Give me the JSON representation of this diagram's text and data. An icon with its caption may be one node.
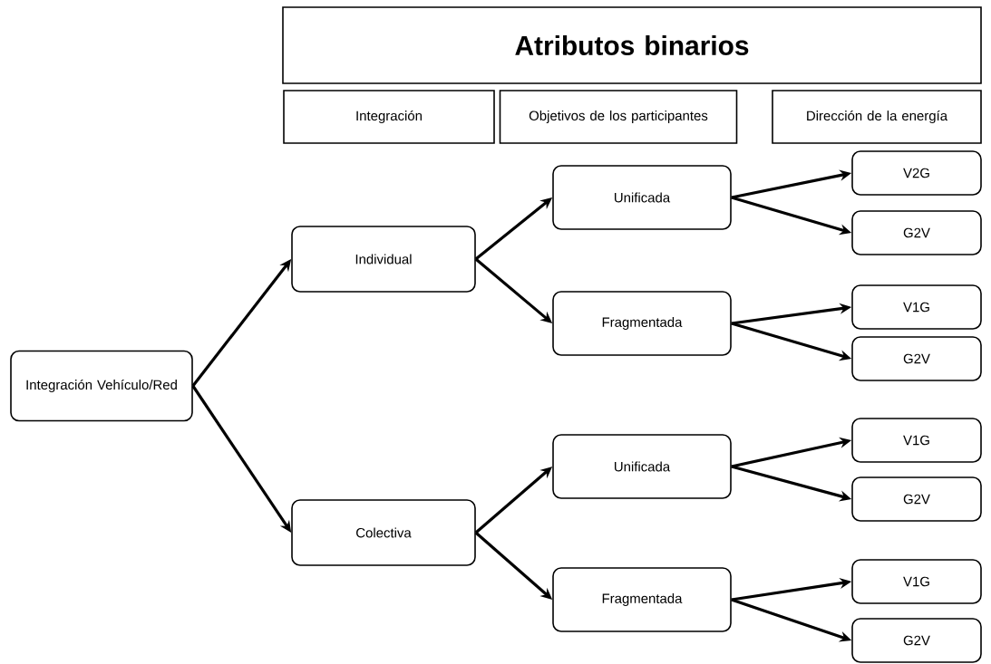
{
  "diagram": {
    "nodes": [
      {
        "text": [
          "Atributos binarios"
        ]
      },
      {
        "text": [
          "Integración"
        ]
      },
      {
        "text": [
          "Objetivos de los participantes"
        ]
      },
      {
        "text": [
          "Dirección de la energía"
        ]
      },
      {
        "text": [
          "Integración Vehículo/Red"
        ]
      },
      {
        "text": [
          "Individual"
        ]
      },
      {
        "text": [
          "Colectiva"
        ]
      },
      {
        "text": [
          "Unificada"
        ]
      },
      {
        "text": [
          "Fragmentada"
        ]
      },
      {
        "text": [
          "Unificada"
        ]
      },
      {
        "text": [
          "Fragmentada"
        ]
      },
      {
        "text": [
          "V2G"
        ]
      },
      {
        "text": [
          "G2V"
        ]
      },
      {
        "text": [
          "V1G"
        ]
      },
      {
        "text": [
          "G2V"
        ]
      },
      {
        "text": [
          "V1G"
        ]
      },
      {
        "text": [
          "G2V"
        ]
      },
      {
        "text": [
          "V1G"
        ]
      },
      {
        "text": [
          "G2V"
        ]
      }
    ],
    "edges": [
      {
        "from": 4,
        "to": 5,
        "arrow": "to"
      },
      {
        "from": 4,
        "to": 6,
        "arrow": "to"
      },
      {
        "from": 5,
        "to": 7,
        "arrow": "to"
      },
      {
        "from": 5,
        "to": 8,
        "arrow": "to"
      },
      {
        "from": 6,
        "to": 9,
        "arrow": "to"
      },
      {
        "from": 6,
        "to": 10,
        "arrow": "to"
      },
      {
        "from": 7,
        "to": 11,
        "arrow": "to"
      },
      {
        "from": 7,
        "to": 12,
        "arrow": "to"
      },
      {
        "from": 8,
        "to": 13,
        "arrow": "to"
      },
      {
        "from": 8,
        "to": 14,
        "arrow": "to"
      },
      {
        "from": 9,
        "to": 15,
        "arrow": "to"
      },
      {
        "from": 9,
        "to": 16,
        "arrow": "to"
      },
      {
        "from": 10,
        "to": 17,
        "arrow": "to"
      },
      {
        "from": 10,
        "to": 18,
        "arrow": "to"
      }
    ]
  }
}
